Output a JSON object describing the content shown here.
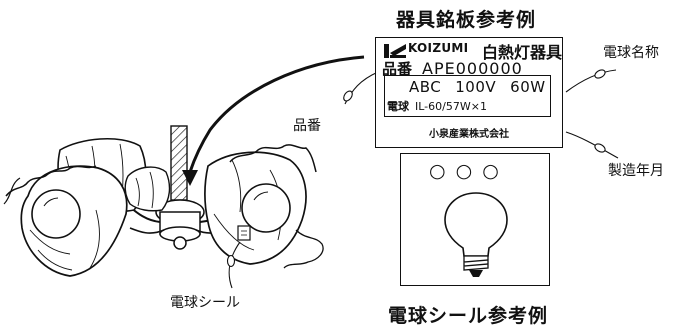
{
  "titles": {
    "nameplate_example": "器具銘板参考例",
    "seal_example": "電球シール参考例"
  },
  "nameplate": {
    "brand": "KOIZUMI",
    "product_type": "白熱灯器具",
    "model_label": "品番",
    "model_number": "APE000000",
    "bulb_name": "ABC",
    "voltage": "100V",
    "wattage": "60W",
    "bulb_label": "電球",
    "bulb_spec": "IL-60/57W×1",
    "manufacturer": "小泉産業株式会社"
  },
  "callouts": {
    "model_number": "品番",
    "bulb_name": "電球名称",
    "manufacture_date": "製造年月",
    "bulb_seal": "電球シール"
  },
  "seal_circles": [
    "○",
    "○",
    "○"
  ],
  "icons": [
    "koizumi-logo-icon",
    "light-bulb-icon",
    "chandelier-illustration"
  ]
}
